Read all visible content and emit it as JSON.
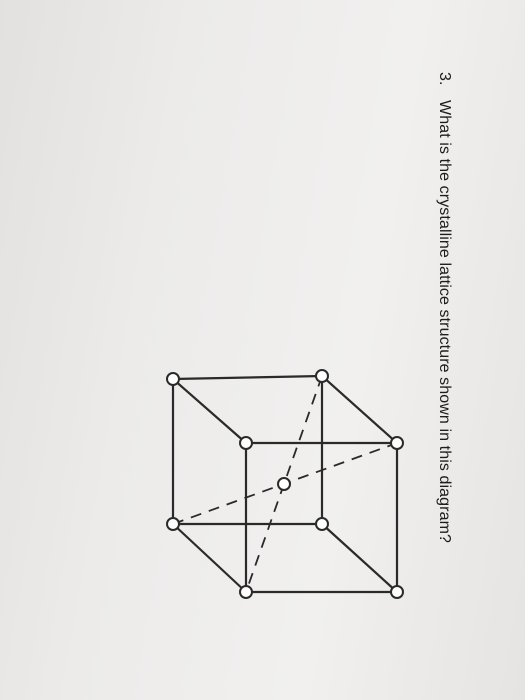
{
  "question": {
    "number": "3.",
    "text": "What is the crystalline lattice structure shown in this diagram?"
  },
  "diagram": {
    "structure": "cube with corner atoms and body-center atom",
    "line_color": "#2a2a2a",
    "atom_fill": "#ffffff"
  }
}
